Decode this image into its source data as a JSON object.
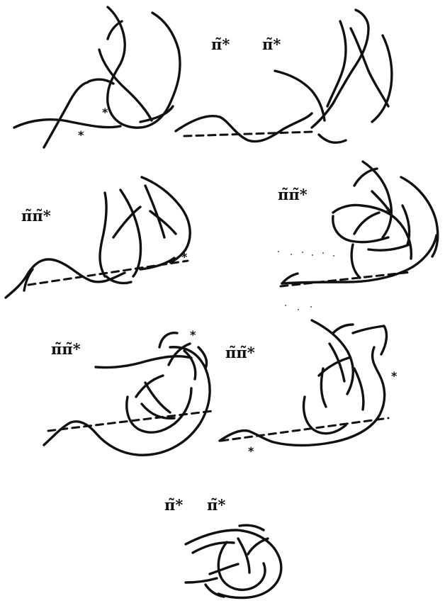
{
  "labels": {
    "row1": [
      "π̃*",
      "π̃*"
    ],
    "row2_left": "π̃π̃*",
    "row2_right": "π̃π̃*",
    "row3_left": "π̃π̃*",
    "row3_right": "π̃π̃*",
    "row4": [
      "π̃*",
      "π̃*"
    ]
  },
  "marker": "*"
}
